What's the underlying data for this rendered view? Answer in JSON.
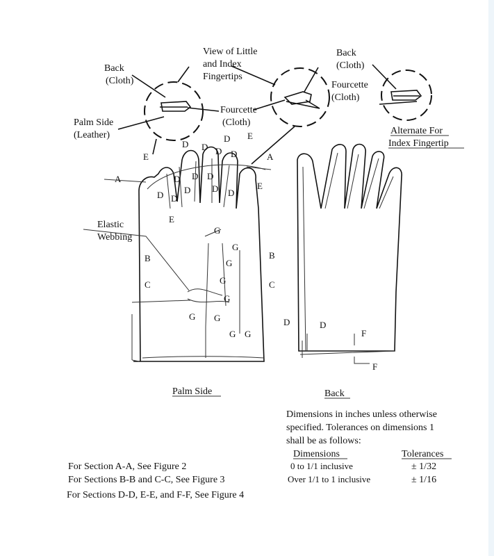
{
  "callouts": {
    "back_cloth_left": [
      "Back",
      "(Cloth)"
    ],
    "view_fingertips": [
      "View of Little",
      "and Index",
      "Fingertips"
    ],
    "back_cloth_right": [
      "Back",
      "(Cloth)"
    ],
    "fourcette_right": [
      "Fourcette",
      "(Cloth)"
    ],
    "palm_leather": [
      "Palm Side",
      "(Leather)"
    ],
    "fourcette_left": [
      "Fourcette",
      "(Cloth)"
    ],
    "alternate": [
      "Alternate For",
      "Index Fingertip"
    ],
    "elastic": [
      "Elastic",
      "Webbing"
    ]
  },
  "letters": {
    "A": "A",
    "B": "B",
    "C": "C",
    "D": "D",
    "E": "E",
    "F": "F",
    "G": "G"
  },
  "captions": {
    "palm_side": "Palm Side",
    "back": "Back"
  },
  "notes": {
    "dimensions_lines": [
      "Dimensions in inches unless otherwise",
      "specified.  Tolerances on dimensions 1",
      "shall be as follows:"
    ],
    "table_headers": [
      "Dimensions",
      "Tolerances"
    ],
    "table_rows": [
      {
        "dimension": "0 to 1/1 inclusive",
        "tolerance": "± 1/32"
      },
      {
        "dimension": "Over 1/1 to 1 inclusive",
        "tolerance": "± 1/16"
      }
    ],
    "sections": [
      "For Section A-A, See Figure 2",
      "For Sections B-B and C-C, See Figure 3",
      "For Sections D-D, E-E, and F-F, See Figure 4"
    ]
  }
}
